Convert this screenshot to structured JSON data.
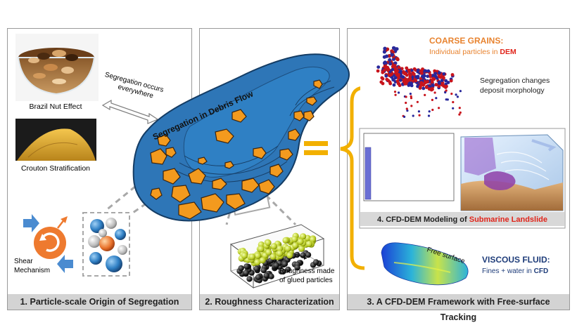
{
  "panels": {
    "p1": {
      "footer": "1. Particle-scale Origin of Segregation",
      "brazil": "Brazil Nut Effect",
      "crouton": "Crouton Stratification",
      "segregation_note_1": "Segregation occurs",
      "segregation_note_2": "everywhere",
      "shear_1": "Shear",
      "shear_2": "Mechanism"
    },
    "p2": {
      "footer": "2. Roughness Characterization",
      "rough_1": "Roughness made",
      "rough_2": "of glued particles"
    },
    "p3": {
      "footer": "3. A CFD-DEM Framework with Free-surface Tracking",
      "coarse_title": "COARSE GRAINS:",
      "coarse_sub_pre": "Individual particles in ",
      "coarse_sub_em": "DEM",
      "seg_changes_1": "Segregation changes",
      "seg_changes_2": "deposit morphology",
      "model_pre": "4. CFD-DEM Modeling of ",
      "model_em": "Submarine Landslide",
      "free_surface": "Free surface",
      "viscous_title": "VISCOUS FLUID:",
      "viscous_sub_pre": "Fines + water in ",
      "viscous_sub_em": "CFD"
    }
  },
  "debris_title": "Segregation in Debris Flow",
  "colors": {
    "flow_blue": "#2e76b7",
    "grain_orange": "#f39a1e",
    "accent_orange": "#e8832f",
    "accent_red": "#e0241a",
    "navy": "#1f3d7a",
    "bracket": "#f2b000"
  }
}
